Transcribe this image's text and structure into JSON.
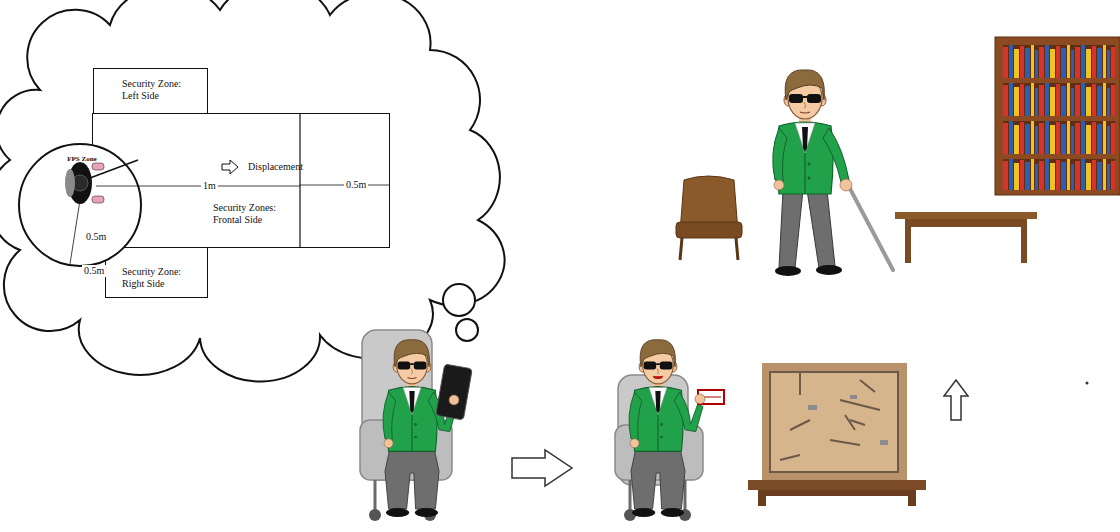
{
  "diagram": {
    "nodes": [
      {
        "text": [
          "Security Zone: Left Side"
        ]
      },
      {
        "text": [
          "FPS Zone"
        ]
      },
      {
        "text": [
          "Security Zones: Frontal Side"
        ]
      },
      {
        "text": [
          "Security Zone: Right Side"
        ]
      }
    ],
    "labels": [
      "Displacement",
      "1m",
      "0.5m",
      "0.5m",
      "0.5m"
    ]
  }
}
